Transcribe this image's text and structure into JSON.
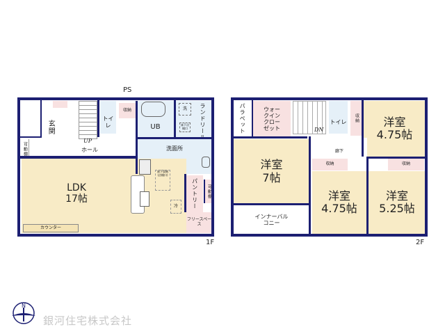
{
  "floor1": {
    "label": "1F",
    "ps": "PS",
    "genkan": "玄関",
    "shelf_entry": "可動棚",
    "up": "UP",
    "hall": "ホール",
    "toilet": "トイレ",
    "storage": "収納",
    "ub": "UB",
    "wash_machine": "洗",
    "laundry": "ランドリールーム",
    "underfloor_inspection": "床下点検口",
    "washroom": "洗面所",
    "underfloor_storage": "床下収納(点検口)",
    "fridge": "冷",
    "ldk": "LDK",
    "ldk_size": "17帖",
    "counter": "カウンター",
    "pantry": "パントリー",
    "shelf_pantry": "可動棚",
    "free_space": "フリースペース"
  },
  "floor2": {
    "label": "2F",
    "parapet": "パラペット",
    "walk_in_closet": "ウォークインクローゼット",
    "dn": "DN",
    "toilet": "トイレ",
    "storage_top": "収納",
    "room_ne": {
      "name": "洋室",
      "size": "4.75帖"
    },
    "room_w": {
      "name": "洋室",
      "size": "7帖"
    },
    "corridor": "廊下",
    "storage_mid": "収納",
    "storage_right": "収納",
    "room_mid": {
      "name": "洋室",
      "size": "4.75帖"
    },
    "room_se": {
      "name": "洋室",
      "size": "5.25帖"
    },
    "inner_balcony": "インナーバルコニー"
  },
  "company": {
    "name": "銀河住宅株式会社",
    "logo_letter": "N"
  },
  "colors": {
    "wall": "#1c1f72",
    "living": "#f8ebc6",
    "wet": "#e5f0f8",
    "storage": "#f8e1e1"
  }
}
